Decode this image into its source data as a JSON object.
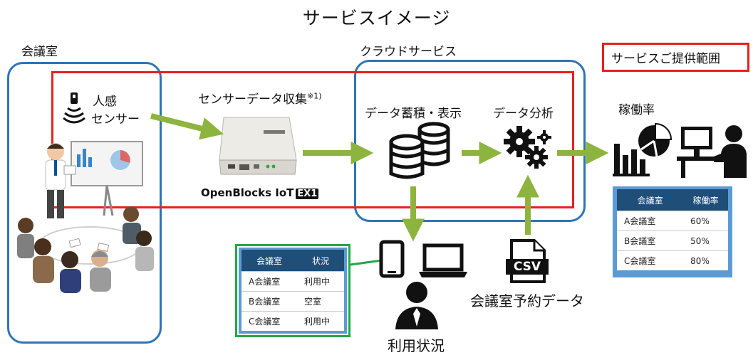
{
  "title": "サービスイメージ",
  "meeting_room": {
    "label": "会議室",
    "sensor_line1": "人感",
    "sensor_line2": "センサー"
  },
  "sensor_collection": {
    "label": "センサーデータ収集",
    "note": "※1)",
    "device_brand": "OpenBlocks IoT",
    "device_model": "EX1"
  },
  "cloud": {
    "label": "クラウドサービス",
    "store": "データ蓄積・表示",
    "analysis": "データ分析"
  },
  "provided_range": "サービスご提供範囲",
  "utilization": {
    "label": "稼働率",
    "headers": [
      "会議室",
      "稼働率"
    ],
    "rows": [
      [
        "A会議室",
        "60%"
      ],
      [
        "B会議室",
        "50%"
      ],
      [
        "C会議室",
        "80%"
      ]
    ]
  },
  "usage": {
    "label": "利用状況",
    "headers": [
      "会議室",
      "状況"
    ],
    "rows": [
      [
        "A会議室",
        "利用中"
      ],
      [
        "B会議室",
        "空室"
      ],
      [
        "C会議室",
        "利用中"
      ]
    ]
  },
  "reservation": {
    "label": "会議室予約データ",
    "file_type": "CSV"
  },
  "colors": {
    "arrow": "#8db43f",
    "frame_blue": "#2e75b6",
    "frame_red": "#e8211d",
    "table_header": "#1f4e79",
    "table_bg": "#5b9bd5",
    "usage_border": "#22a846"
  }
}
